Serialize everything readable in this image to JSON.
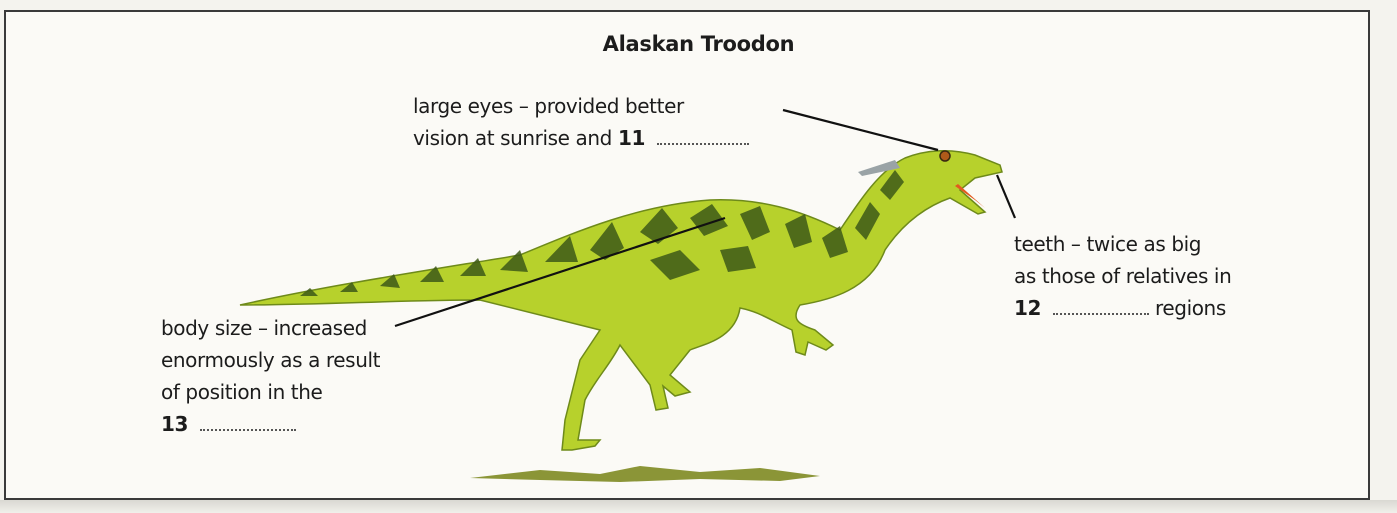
{
  "title": "Alaskan Troodon",
  "labels": {
    "eyes": {
      "line1": "large eyes – provided better",
      "line2_text": "vision at sunrise and",
      "number": "11"
    },
    "teeth": {
      "line1": "teeth – twice as big",
      "line2": "as those of relatives in",
      "number": "12",
      "line3_suffix": "regions"
    },
    "body": {
      "line1": "body size – increased",
      "line2": "enormously as a result",
      "line3": "of position in the",
      "number": "13"
    }
  },
  "colors": {
    "body_green": "#b7d12c",
    "stripe_green": "#3e5a17",
    "ground": "#8a8f2a"
  }
}
